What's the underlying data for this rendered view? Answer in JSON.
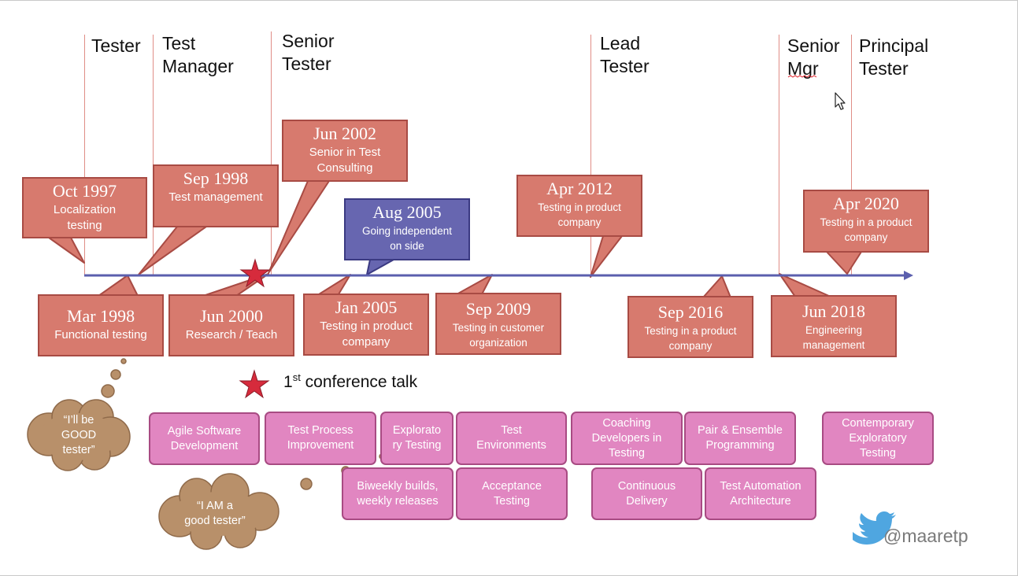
{
  "roles": [
    {
      "id": "tester",
      "label": "Tester"
    },
    {
      "id": "test-manager",
      "label": "Test\nManager"
    },
    {
      "id": "senior-tester",
      "label": "Senior\nTester"
    },
    {
      "id": "lead-tester",
      "label": "Lead\nTester"
    },
    {
      "id": "senior-mgr",
      "label": "Senior\nMgr"
    },
    {
      "id": "principal-tester",
      "label": "Principal\nTester"
    }
  ],
  "events_above": [
    {
      "date": "Oct 1997",
      "desc": "Localization\ntesting"
    },
    {
      "date": "Sep 1998",
      "desc": "Test management"
    },
    {
      "date": "Jun 2002",
      "desc": "Senior in Test\nConsulting"
    },
    {
      "date": "Aug 2005",
      "desc": "Going independent\non side"
    },
    {
      "date": "Apr 2012",
      "desc": "Testing in product\ncompany"
    },
    {
      "date": "Apr 2020",
      "desc": "Testing in a product\ncompany"
    }
  ],
  "events_below": [
    {
      "date": "Mar 1998",
      "desc": "Functional testing"
    },
    {
      "date": "Jun 2000",
      "desc": "Research / Teach"
    },
    {
      "date": "Jan 2005",
      "desc": "Testing in product\ncompany"
    },
    {
      "date": "Sep 2009",
      "desc": "Testing in customer\norganization"
    },
    {
      "date": "Sep 2016",
      "desc": "Testing in a product\ncompany"
    },
    {
      "date": "Jun 2018",
      "desc": "Engineering\nmanagement"
    }
  ],
  "legend": {
    "ordinal": "1",
    "suffix": "st",
    "text": " conference talk"
  },
  "thoughts": [
    {
      "text": "“I’ll be\nGOOD\ntester”"
    },
    {
      "text": "“I AM a\ngood tester”"
    }
  ],
  "skills": [
    "Agile Software\nDevelopment",
    "Test Process\nImprovement",
    "Explorato\nry Testing",
    "Test\nEnvironments",
    "Coaching\nDevelopers in\nTesting",
    "Pair & Ensemble\nProgramming",
    "Contemporary\nExploratory\nTesting",
    "Biweekly builds,\nweekly releases",
    "Acceptance\nTesting",
    "Continuous\nDelivery",
    "Test Automation\nArchitecture"
  ],
  "handle": "@maaretp",
  "icons": {
    "star": "star-icon",
    "bird": "twitter-bird-icon",
    "cursor": "mouse-cursor-icon"
  },
  "colors": {
    "callout_fill": "#d77a6e",
    "callout_border": "#a84b44",
    "highlight_fill": "#6766b0",
    "chip_fill": "#e186c1",
    "axis": "#5b5fae",
    "star": "#d62b3c",
    "cloud": "#b8906a",
    "twitter": "#4fa6e0"
  }
}
